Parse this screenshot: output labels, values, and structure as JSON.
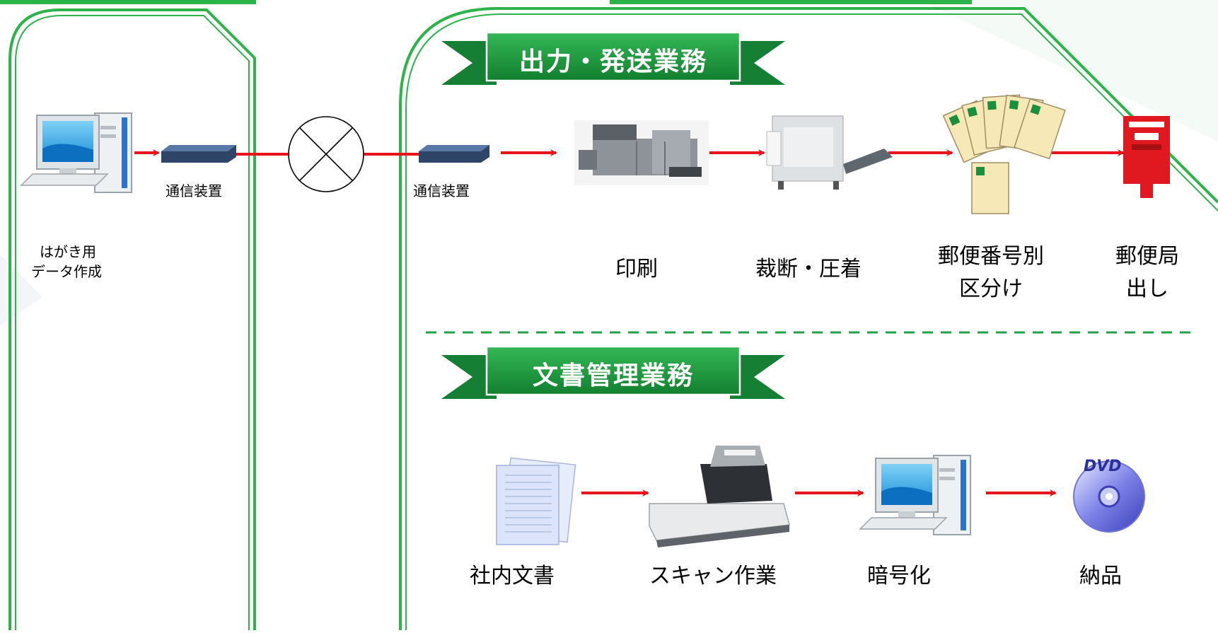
{
  "left_panel": {
    "computer_label_line1": "はがき用",
    "computer_label_line2": "データ作成",
    "device_label": "通信装置"
  },
  "right_panel": {
    "device_label": "通信装置",
    "banner_output": "出力・発送業務",
    "banner_docs": "文書管理業務",
    "output_flow": [
      {
        "label": "印刷"
      },
      {
        "label": "裁断・圧着"
      },
      {
        "label_line1": "郵便番号別",
        "label_line2": "区分け"
      },
      {
        "label_line1": "郵便局",
        "label_line2": "出し"
      }
    ],
    "docs_flow": [
      {
        "label": "社内文書"
      },
      {
        "label": "スキャン作業"
      },
      {
        "label": "暗号化"
      },
      {
        "label": "納品"
      }
    ],
    "dvd_text": "DVD"
  },
  "colors": {
    "panel_border": "#2db34a",
    "banner_fill": "#1a9a3c",
    "arrow": "#e8141c",
    "divider": "#22a046"
  }
}
